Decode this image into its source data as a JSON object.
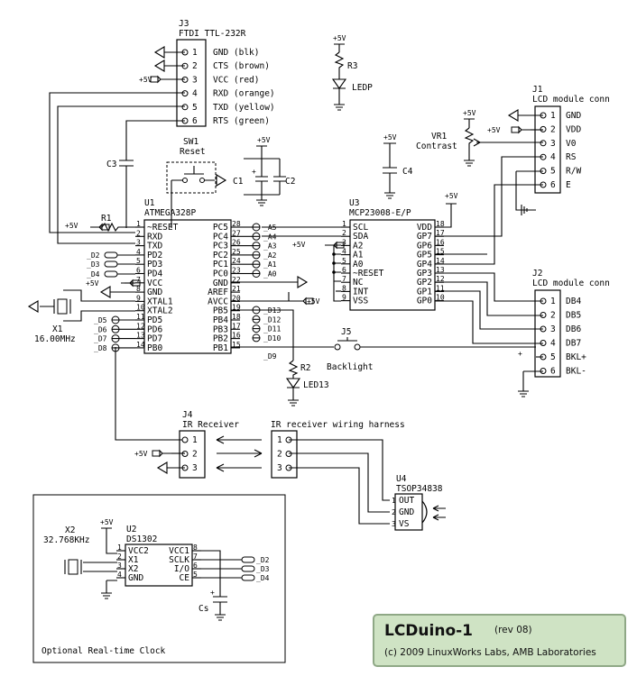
{
  "j3": {
    "ref": "J3",
    "name": "FTDI  TTL-232R",
    "pins": [
      "1",
      "2",
      "3",
      "4",
      "5",
      "6"
    ],
    "labels": [
      "GND (blk)",
      "CTS (brown)",
      "VCC (red)",
      "RXD (orange)",
      "TXD (yellow)",
      "RTS (green)"
    ]
  },
  "j1": {
    "ref": "J1",
    "name": "LCD module conn",
    "pins": [
      "1",
      "2",
      "3",
      "4",
      "5",
      "6"
    ],
    "labels": [
      "GND",
      "VDD",
      "V0",
      "RS",
      "R/W",
      "E"
    ]
  },
  "j2": {
    "ref": "J2",
    "name": "LCD module conn",
    "pins": [
      "1",
      "2",
      "3",
      "4",
      "5",
      "6"
    ],
    "labels": [
      "DB4",
      "DB5",
      "DB6",
      "DB7",
      "BKL+",
      "BKL-"
    ]
  },
  "u1": {
    "ref": "U1",
    "name": "ATMEGA328P",
    "left_nums": [
      "1",
      "2",
      "3",
      "4",
      "5",
      "6",
      "7",
      "8",
      "9",
      "10",
      "11",
      "12",
      "13",
      "14"
    ],
    "left_names": [
      "~RESET",
      "RXD",
      "TXD",
      "PD2",
      "PD3",
      "PD4",
      "VCC",
      "GND",
      "XTAL1",
      "XTAL2",
      "PD5",
      "PD6",
      "PD7",
      "PB0"
    ],
    "right_nums": [
      "28",
      "27",
      "26",
      "25",
      "24",
      "23",
      "22",
      "21",
      "20",
      "19",
      "18",
      "17",
      "16",
      "15"
    ],
    "right_names": [
      "PC5",
      "PC4",
      "PC3",
      "PC2",
      "PC1",
      "PC0",
      "GND",
      "AREF",
      "AVCC",
      "PB5",
      "PB4",
      "PB3",
      "PB2",
      "PB1"
    ]
  },
  "u3": {
    "ref": "U3",
    "name": "MCP23008-E/P",
    "left_nums": [
      "1",
      "2",
      "3",
      "4",
      "5",
      "6",
      "7",
      "8",
      "9"
    ],
    "left_names": [
      "SCL",
      "SDA",
      "A2",
      "A1",
      "A0",
      "~RESET",
      "NC",
      "INT",
      "VSS"
    ],
    "right_nums": [
      "18",
      "17",
      "16",
      "15",
      "14",
      "13",
      "12",
      "11",
      "10"
    ],
    "right_names": [
      "VDD",
      "GP7",
      "GP6",
      "GP5",
      "GP4",
      "GP3",
      "GP2",
      "GP1",
      "GP0"
    ]
  },
  "u1_signals": [
    "_A5",
    "_A4",
    "_A3",
    "_A2",
    "_A1",
    "_A0"
  ],
  "u1_right_signals": [
    "_D13",
    "_D12",
    "_D11",
    "_D10",
    "_D9"
  ],
  "u1_left_signals": [
    "_D2",
    "_D3",
    "_D4",
    "_D5",
    "_D6",
    "_D7",
    "_D8"
  ],
  "u3_signals": [
    "_A5",
    "_A4"
  ],
  "power": {
    "vcc": "+5V"
  },
  "parts": {
    "r1": "R1",
    "r2": "R2",
    "r3": "R3",
    "c1": "C1",
    "c2": "C2",
    "c3": "C3",
    "c4": "C4",
    "cs": "Cs",
    "sw1_ref": "SW1",
    "sw1_name": "Reset",
    "vr1_ref": "VR1",
    "vr1_name": "Contrast",
    "x1_ref": "X1",
    "x1_value": "16.00MHz",
    "x2_ref": "X2",
    "x2_value": "32.768KHz",
    "j5_ref": "J5",
    "j5_name": "Backlight",
    "ledp": "LEDP",
    "led13": "LED13"
  },
  "j4": {
    "ref": "J4",
    "name": "IR Receiver",
    "pins": [
      "1",
      "2",
      "3"
    ]
  },
  "harness": {
    "name": "IR receiver wiring harness",
    "pins": [
      "1",
      "2",
      "3"
    ]
  },
  "u4": {
    "ref": "U4",
    "name": "TSOP34838",
    "pins": [
      "1",
      "2",
      "3"
    ],
    "labels": [
      "OUT",
      "GND",
      "VS"
    ]
  },
  "u2": {
    "ref": "U2",
    "name": "DS1302",
    "left_nums": [
      "1",
      "2",
      "3",
      "4"
    ],
    "left_names": [
      "VCC2",
      "X1",
      "X2",
      "GND"
    ],
    "right_nums": [
      "8",
      "7",
      "6",
      "5"
    ],
    "right_names": [
      "VCC1",
      "SCLK",
      "I/O",
      "CE"
    ]
  },
  "u2_signals": [
    "_D2",
    "_D3",
    "_D4"
  ],
  "rtc_caption": "Optional Real-time Clock",
  "title_block": {
    "title": "LCDuino-1",
    "rev": "(rev 08)",
    "credit": "(c) 2009  LinuxWorks Labs, AMB Laboratories",
    "bg": "#cfe3c4",
    "border": "#8fa886"
  }
}
